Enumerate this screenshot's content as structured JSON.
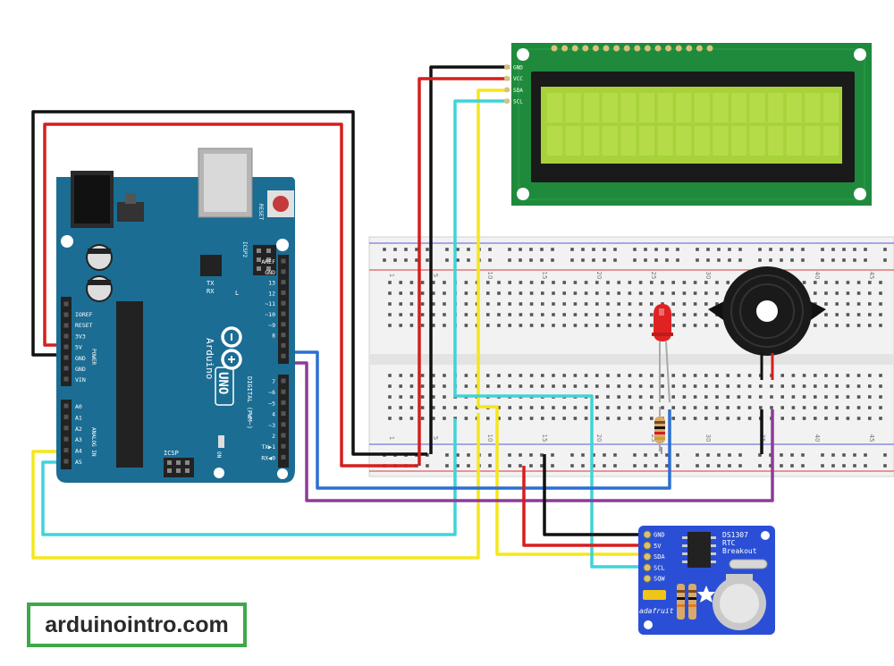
{
  "arduino": {
    "brand": "Arduino",
    "model": "UNO",
    "reset_label": "RESET",
    "icsp_label": "ICSP",
    "icsp2_label": "ICSP2",
    "tx_label": "TX",
    "rx_label": "RX",
    "l_label": "L",
    "on_label": "ON",
    "digital_label": "DIGITAL (PWM~)",
    "analog_label": "ANALOG IN",
    "power_label": "POWER",
    "power_pins": [
      "IOREF",
      "RESET",
      "3V3",
      "5V",
      "GND",
      "GND",
      "VIN"
    ],
    "analog_pins": [
      "A0",
      "A1",
      "A2",
      "A3",
      "A4",
      "A5"
    ],
    "digital_pins": [
      "AREF",
      "GND",
      "13",
      "12",
      "~11",
      "~10",
      "~9",
      "8",
      "7",
      "~6",
      "~5",
      "4",
      "~3",
      "2",
      "TX▶1",
      "RX◀0"
    ]
  },
  "lcd": {
    "pins": [
      "GND",
      "VCC",
      "SDA",
      "SCL"
    ]
  },
  "rtc": {
    "title_lines": [
      "DS1307",
      "RTC",
      "Breakout"
    ],
    "pins": [
      "GND",
      "5V",
      "SDA",
      "SCL",
      "SQW"
    ],
    "brand": "adafruit"
  },
  "breadboard": {
    "column_numbers": [
      "1",
      "5",
      "10",
      "15",
      "20",
      "25",
      "30",
      "35",
      "40",
      "45"
    ]
  },
  "watermark": "arduinointro.com",
  "colors": {
    "board_blue": "#1b6d93",
    "lcd_green": "#1f8a3c",
    "lcd_screen": "#a8d23a",
    "rtc_blue": "#2a4fd6",
    "wire_black": "#111111",
    "wire_red": "#d61e1e",
    "wire_yellow": "#f5e71a",
    "wire_cyan": "#3fd3d9",
    "wire_blue": "#2c6fd1",
    "wire_purple": "#8e3b99"
  }
}
